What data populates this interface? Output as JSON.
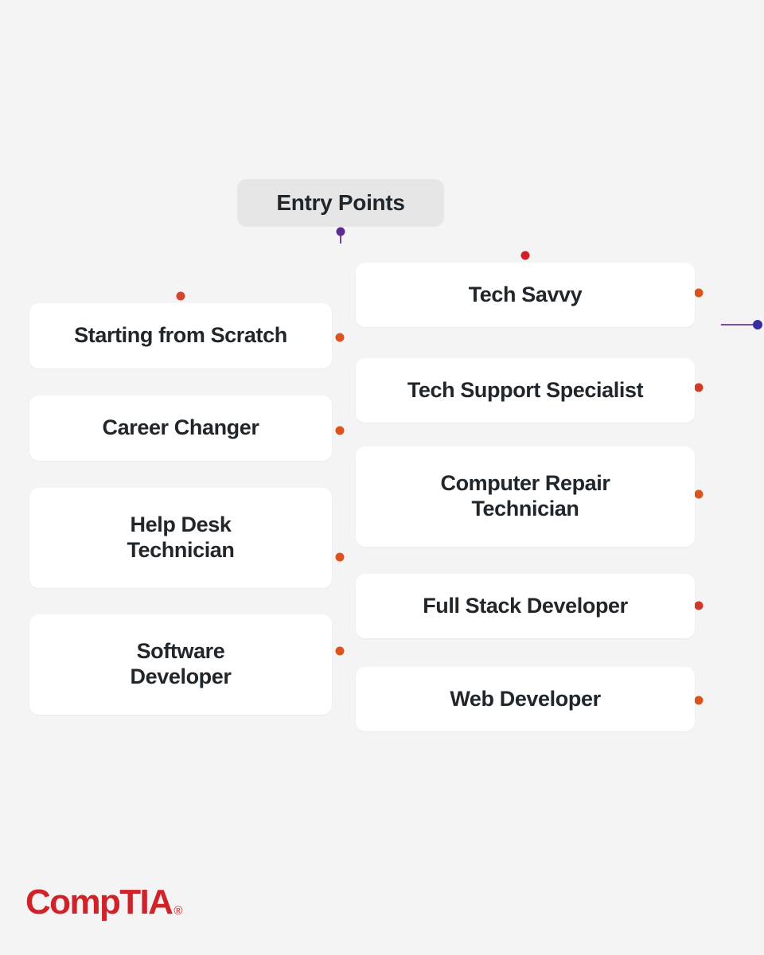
{
  "background_color": "#f4f4f4",
  "diagram": {
    "root": {
      "label": "Entry Points",
      "background_color": "#e6e6e6",
      "text_color": "#21262b"
    },
    "left_column": {
      "name": "persona-cards",
      "cards": [
        {
          "label": "Starting from Scratch"
        },
        {
          "label": "Career Changer"
        },
        {
          "label": "Help Desk\nTechnician",
          "line1": "Help Desk",
          "line2": "Technician"
        },
        {
          "label": "Software\nDeveloper",
          "line1": "Software",
          "line2": "Developer"
        }
      ]
    },
    "right_column": {
      "name": "role-cards",
      "cards": [
        {
          "label": "Tech Savvy"
        },
        {
          "label": "Tech Support Specialist"
        },
        {
          "label": "Computer Repair\nTechnician",
          "line1": "Computer Repair",
          "line2": "Technician"
        },
        {
          "label": "Full Stack Developer"
        },
        {
          "label": "Web Developer"
        }
      ]
    },
    "connector_colors": {
      "node_purple": "#5b2d91",
      "node_orange": "#e2641d",
      "node_red": "#d0202a",
      "line_start": "#e8621f",
      "line_mid": "#c0283c",
      "line_end": "#6b3fa0"
    }
  },
  "brand": {
    "logo_text": "CompTIA",
    "logo_tm": "®",
    "logo_color": "#cf2229"
  }
}
